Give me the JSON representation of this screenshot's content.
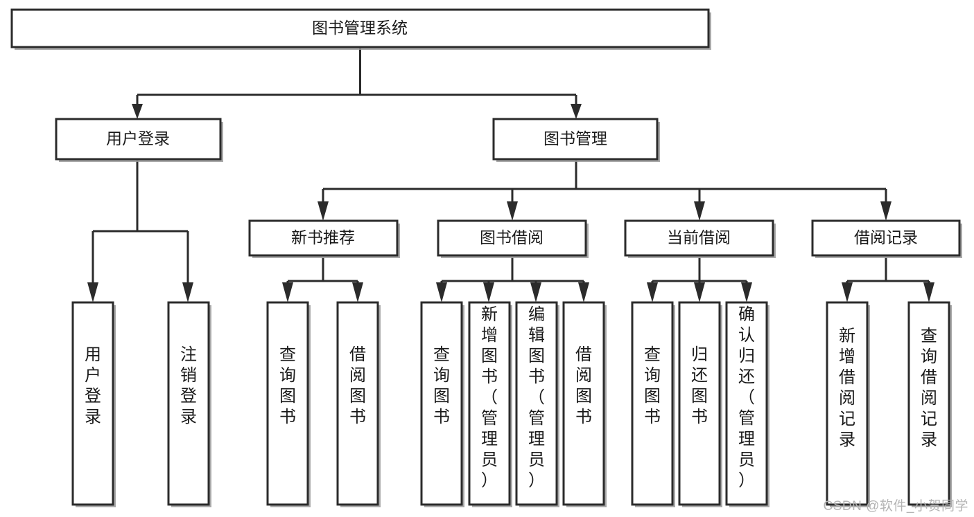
{
  "diagram": {
    "type": "tree-hierarchy",
    "orientation": "top-down",
    "root": {
      "id": "root",
      "label": "图书管理系统"
    },
    "level1": [
      {
        "id": "user-login",
        "label": "用户登录"
      },
      {
        "id": "book-management",
        "label": "图书管理"
      }
    ],
    "level2": [
      {
        "id": "new-book-recommend",
        "label": "新书推荐",
        "parent": "book-management"
      },
      {
        "id": "book-borrow",
        "label": "图书借阅",
        "parent": "book-management"
      },
      {
        "id": "current-borrow",
        "label": "当前借阅",
        "parent": "book-management"
      },
      {
        "id": "borrow-record",
        "label": "借阅记录",
        "parent": "book-management"
      }
    ],
    "leaves": {
      "user-login": [
        {
          "id": "leaf-user-login",
          "label": "用户登录"
        },
        {
          "id": "leaf-logout-login",
          "label": "注销登录"
        }
      ],
      "new-book-recommend": [
        {
          "id": "leaf-query-book-1",
          "label": "查询图书"
        },
        {
          "id": "leaf-borrow-book-1",
          "label": "借阅图书"
        }
      ],
      "book-borrow": [
        {
          "id": "leaf-query-book-2",
          "label": "查询图书"
        },
        {
          "id": "leaf-add-book",
          "label": "新增图书（管理员）"
        },
        {
          "id": "leaf-edit-book",
          "label": "编辑图书（管理员）"
        },
        {
          "id": "leaf-borrow-book-2",
          "label": "借阅图书"
        }
      ],
      "current-borrow": [
        {
          "id": "leaf-query-book-3",
          "label": "查询图书"
        },
        {
          "id": "leaf-return-book",
          "label": "归还图书"
        },
        {
          "id": "leaf-confirm-return",
          "label": "确认归还（管理员）"
        }
      ],
      "borrow-record": [
        {
          "id": "leaf-add-record",
          "label": "新增借阅记录"
        },
        {
          "id": "leaf-query-record",
          "label": "查询借阅记录"
        }
      ]
    }
  },
  "colors": {
    "box_stroke": "#2b2b2b",
    "box_fill": "#ffffff",
    "connector": "#2b2b2b",
    "text": "#1a1a1a",
    "watermark": "#b4b4b4",
    "background": "#ffffff"
  },
  "watermark": {
    "text": "CSDN @软件_小贺同学"
  }
}
